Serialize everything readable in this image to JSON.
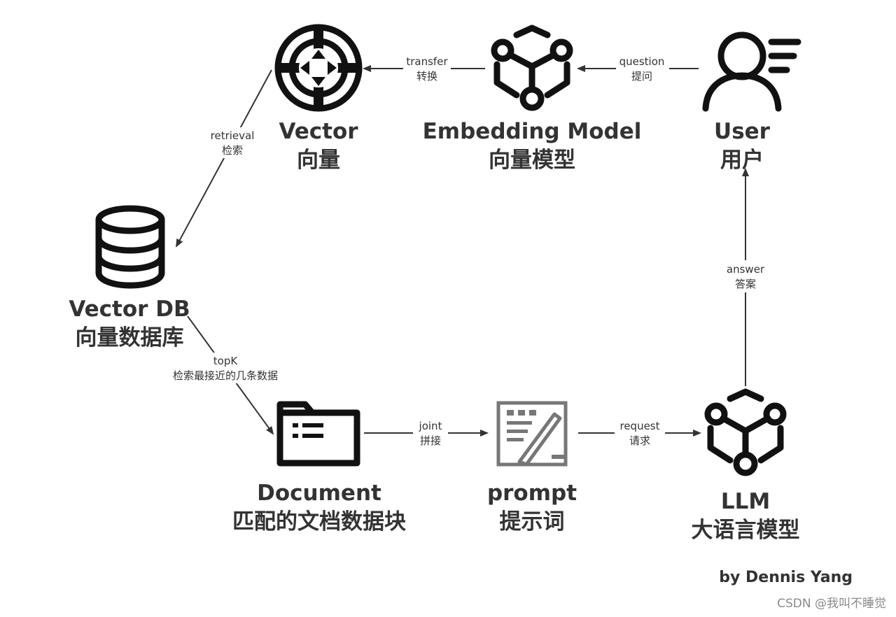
{
  "nodes": {
    "vector": {
      "title_en": "Vector",
      "title_zh": "向量",
      "icon": "target-compass-icon"
    },
    "embedding_model": {
      "title_en": "Embedding Model",
      "title_zh": "向量模型",
      "icon": "network-hexagon-icon"
    },
    "user": {
      "title_en": "User",
      "title_zh": "用户",
      "icon": "user-icon"
    },
    "vector_db": {
      "title_en": "Vector DB",
      "title_zh": "向量数据库",
      "icon": "database-icon"
    },
    "document": {
      "title_en": "Document",
      "title_zh": "匹配的文档数据块",
      "icon": "folder-icon"
    },
    "prompt": {
      "title_en": "prompt",
      "title_zh": "提示词",
      "icon": "document-edit-icon"
    },
    "llm": {
      "title_en": "LLM",
      "title_zh": "大语言模型",
      "icon": "network-hexagon-icon"
    }
  },
  "edges": {
    "question": {
      "en": "question",
      "zh": "提问"
    },
    "transfer": {
      "en": "transfer",
      "zh": "转换"
    },
    "retrieval": {
      "en": "retrieval",
      "zh": "检索"
    },
    "topk": {
      "en": "topK",
      "zh": "检索最接近的几条数据"
    },
    "joint": {
      "en": "joint",
      "zh": "拼接"
    },
    "request": {
      "en": "request",
      "zh": "请求"
    },
    "answer": {
      "en": "answer",
      "zh": "答案"
    }
  },
  "author": "by Dennis Yang",
  "watermark": "CSDN @我叫不睡觉"
}
